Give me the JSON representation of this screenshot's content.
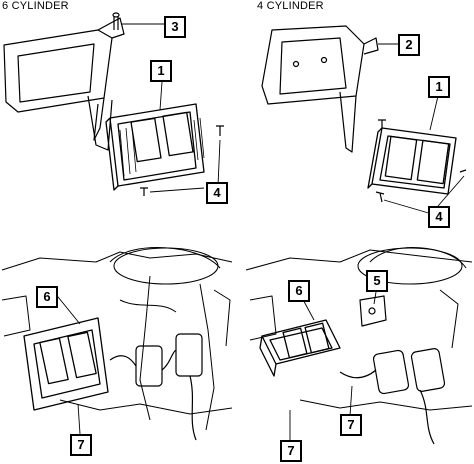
{
  "figure": {
    "top_left_title": "6 CYLINDER",
    "top_right_title": "4 CYLINDER"
  },
  "callouts": {
    "c3": "3",
    "c1_left": "1",
    "c4_left": "4",
    "c2": "2",
    "c1_right": "1",
    "c4_right": "4",
    "c6_left": "6",
    "c7_left": "7",
    "c6_right": "6",
    "c5": "5",
    "c7_right": "7"
  }
}
